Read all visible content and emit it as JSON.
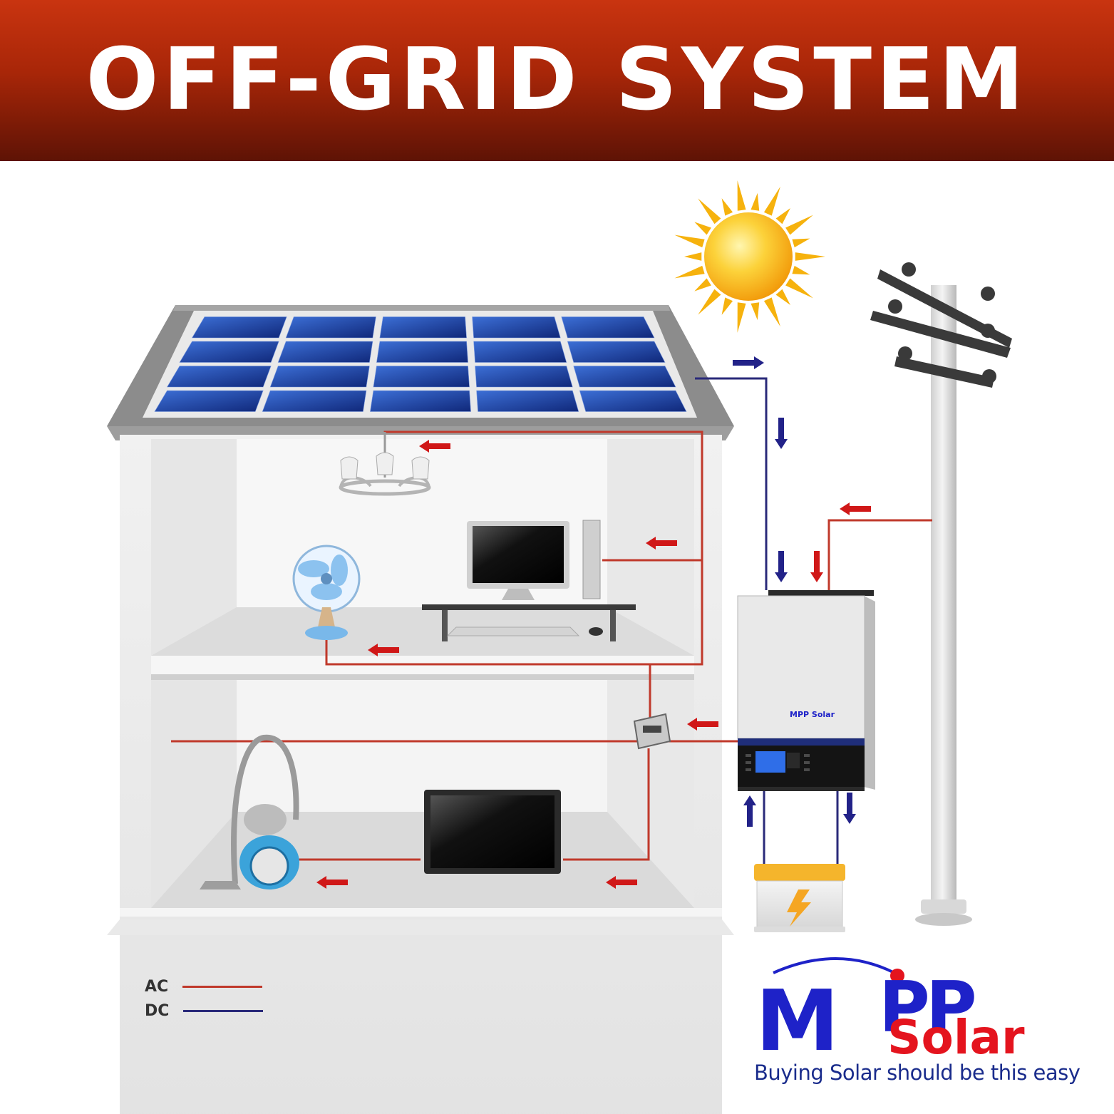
{
  "title": "OFF-GRID SYSTEM",
  "legend": [
    {
      "label": "AC",
      "color": "#c0392b"
    },
    {
      "label": "DC",
      "color": "#2a2a7a"
    }
  ],
  "brand": {
    "logo_text": "MPP",
    "logo_sub": "Solar",
    "tagline": "Buying Solar should be this easy",
    "inverter_label": "MPP Solar"
  },
  "colors": {
    "banner": "#b52c0b",
    "ac_wire": "#c0392b",
    "ac_arrow": "#d01818",
    "dc_wire": "#2a2a7a",
    "dc_arrow": "#222288",
    "panel": "#1d3f9c",
    "sun": "#f7b60f"
  },
  "components": [
    "solar-panel",
    "sun",
    "utility-pole",
    "inverter",
    "battery",
    "chandelier",
    "computer",
    "desk-fan",
    "vacuum-cleaner",
    "television",
    "distribution-box"
  ]
}
